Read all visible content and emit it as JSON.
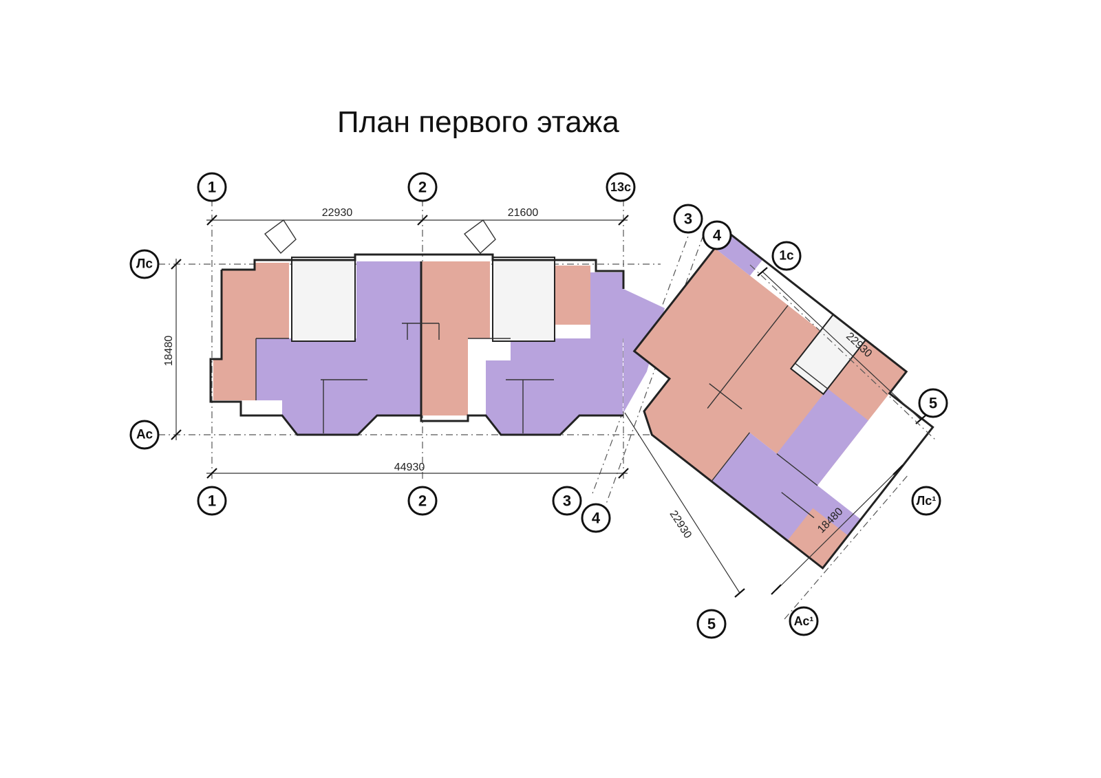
{
  "title": "План первого этажа",
  "axes": {
    "a1_top": "1",
    "a2_top": "2",
    "a13c_top": "13с",
    "a1_bot": "1",
    "a2_bot": "2",
    "a3_top": "3",
    "a4_top": "4",
    "a3_bot": "3",
    "a4_bot": "4",
    "lc_left": "Лс",
    "ac_left": "Ас",
    "a1c": "1с",
    "a5_right": "5",
    "a5_bot": "5",
    "lc1": "Лс¹",
    "ac1": "Ас¹"
  },
  "dimensions": {
    "top_left": "22930",
    "top_right": "21600",
    "bottom_total": "44930",
    "left_height": "18480",
    "wing_top": "22930",
    "wing_bottom": "22930",
    "wing_height": "18480"
  },
  "colors": {
    "salmon": "#e3a99c",
    "purple": "#b8a3dd",
    "core": "#f4f4f4"
  }
}
